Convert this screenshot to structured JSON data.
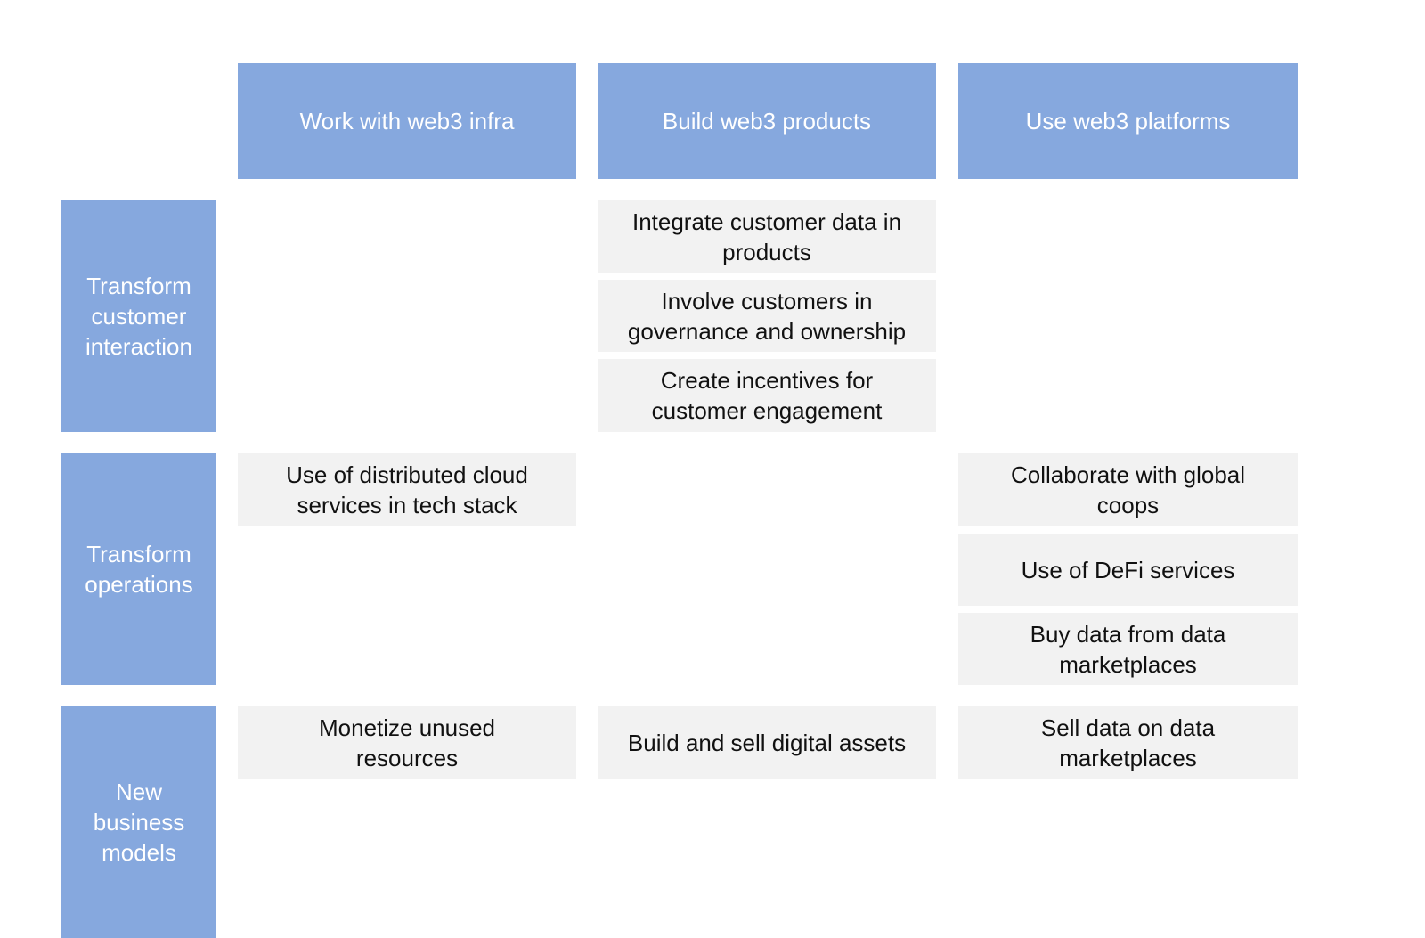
{
  "columns": [
    "Work with web3 infra",
    "Build web3 products",
    "Use web3 platforms"
  ],
  "rows": [
    "Transform\ncustomer\ninteraction",
    "Transform\noperations",
    "New\nbusiness\nmodels"
  ],
  "cells": {
    "customer_build": [
      "Integrate customer data in\nproducts",
      "Involve customers in\ngovernance and ownership",
      "Create incentives for\ncustomer engagement"
    ],
    "operations_infra": [
      "Use of distributed cloud\nservices in tech stack"
    ],
    "operations_platforms": [
      "Collaborate with global\ncoops",
      "Use of DeFi services",
      "Buy data from data\nmarketplaces"
    ],
    "business_infra": [
      "Monetize unused\nresources"
    ],
    "business_build": [
      "Build and sell digital assets"
    ],
    "business_platforms": [
      "Sell data on data\nmarketplaces"
    ]
  },
  "colors": {
    "header_fill": "#86a8de",
    "header_text": "#ffffff",
    "cell_fill": "#f2f2f2",
    "cell_text": "#111111"
  }
}
